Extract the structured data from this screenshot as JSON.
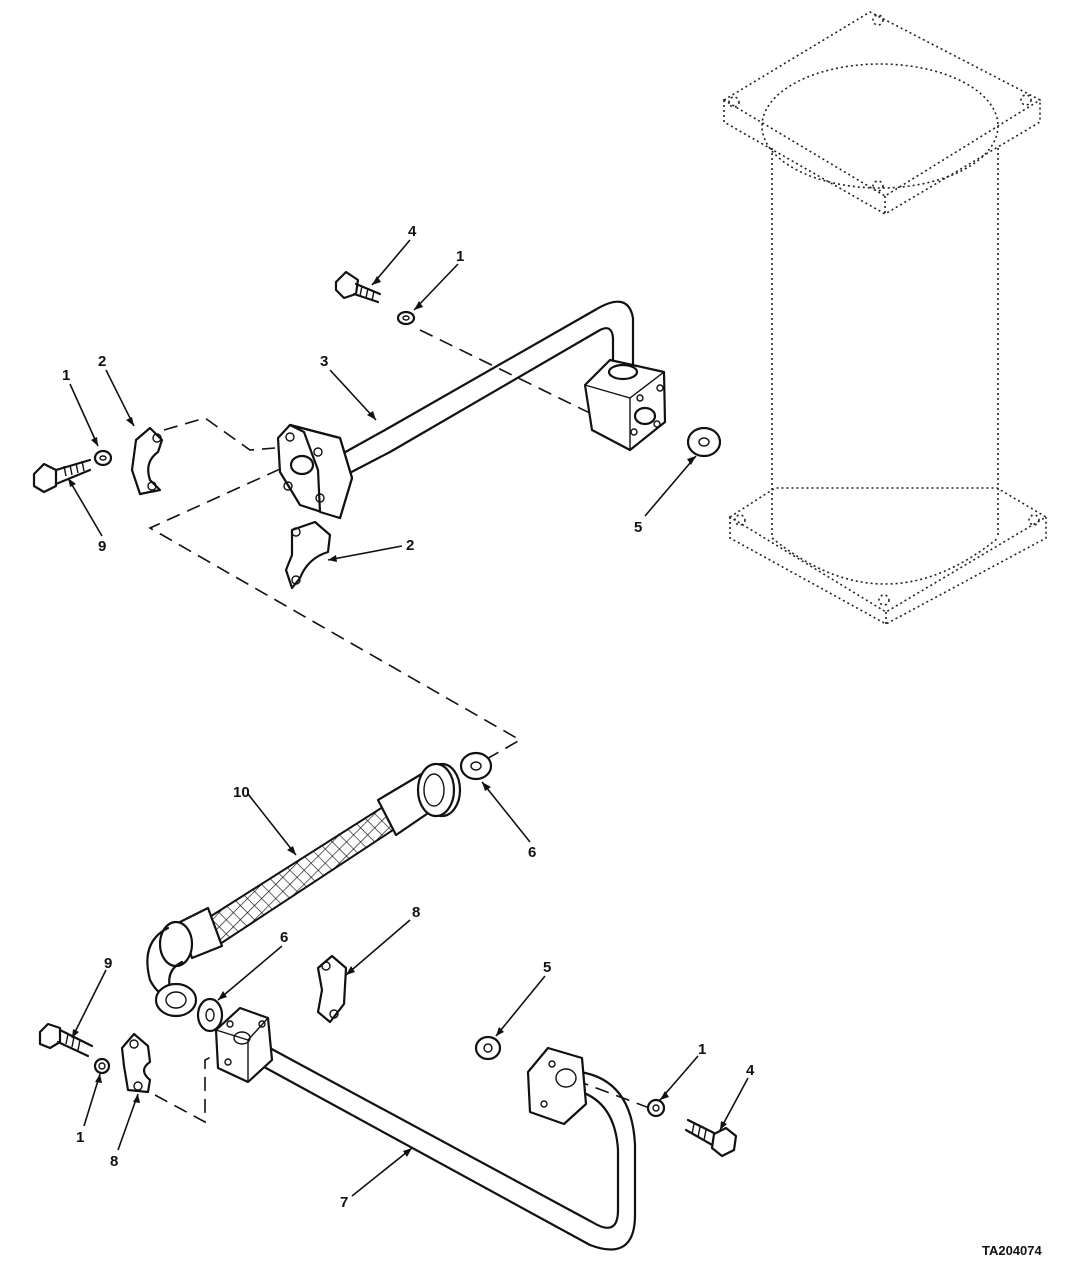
{
  "drawing_code": "TA204074",
  "callouts": {
    "c4_top": "4",
    "c1_top": "1",
    "c3": "3",
    "c2_left": "2",
    "c1_left": "1",
    "c9_top": "9",
    "c5_top": "5",
    "c2_mid": "2",
    "c10": "10",
    "c6_right": "6",
    "c8_top": "8",
    "c6_left": "6",
    "c5_bottom": "5",
    "c9_bottom": "9",
    "c1_bottom_left": "1",
    "c8_bottom": "8",
    "c1_bottom_right": "1",
    "c4_bottom": "4",
    "c7": "7"
  }
}
